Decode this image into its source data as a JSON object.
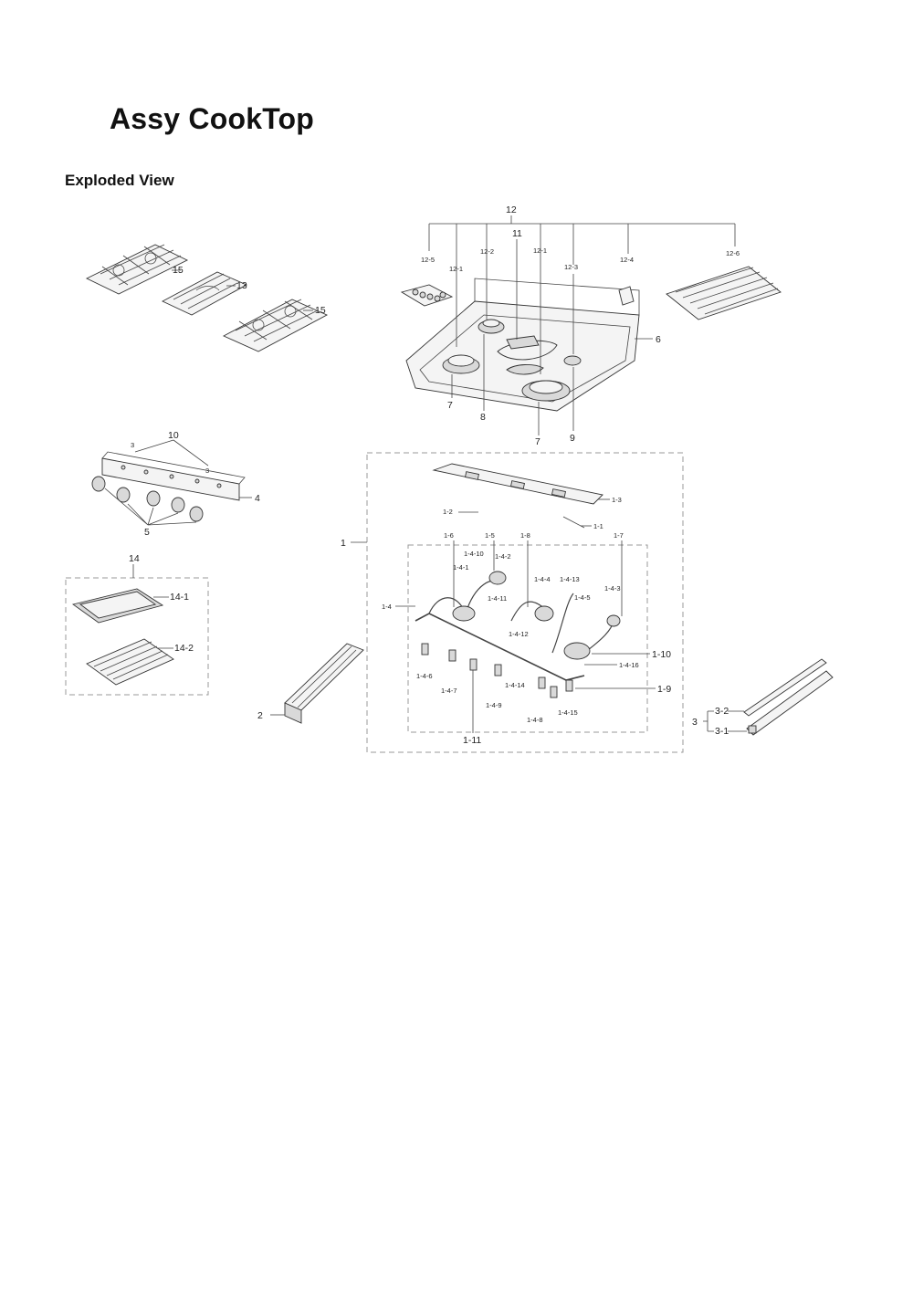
{
  "title": "Assy CookTop",
  "subtitle": "Exploded View",
  "labels": {
    "l12": "12",
    "l11": "11",
    "l12_5": "12-5",
    "l12_1a": "12-1",
    "l12_2": "12-2",
    "l12_1b": "12-1",
    "l12_3": "12-3",
    "l12_4": "12-4",
    "l12_6": "12-6",
    "l15a": "15",
    "l13": "13",
    "l15b": "15",
    "l6": "6",
    "l7a": "7",
    "l8": "8",
    "l7b": "7",
    "l9": "9",
    "l10": "10",
    "l3a": "3",
    "l3b": "3",
    "l4": "4",
    "l5": "5",
    "l1_3": "1-3",
    "l1_2": "1-2",
    "l1_1": "1-1",
    "l1": "1",
    "l1_6": "1-6",
    "l1_5": "1-5",
    "l1_8": "1-8",
    "l1_7": "1-7",
    "l1_4_10": "1-4-10",
    "l1_4_2": "1-4-2",
    "l1_4_1": "1-4-1",
    "l1_4_4": "1-4-4",
    "l1_4_13": "1-4-13",
    "l1_4_3": "1-4-3",
    "l1_4_11": "1-4-11",
    "l1_4_5": "1-4-5",
    "l1_4": "1-4",
    "l1_4_12": "1-4-12",
    "l1_10": "1-10",
    "l1_4_16": "1-4-16",
    "l1_4_6": "1-4-6",
    "l1_4_7": "1-4-7",
    "l1_4_9": "1-4-9",
    "l1_4_14": "1-4-14",
    "l1_4_8": "1-4-8",
    "l1_4_15": "1-4-15",
    "l1_9": "1-9",
    "l1_11": "1-11",
    "l14": "14",
    "l14_1": "14-1",
    "l14_2": "14-2",
    "l2": "2",
    "l3": "3",
    "l3_2": "3-2",
    "l3_1": "3-1"
  }
}
